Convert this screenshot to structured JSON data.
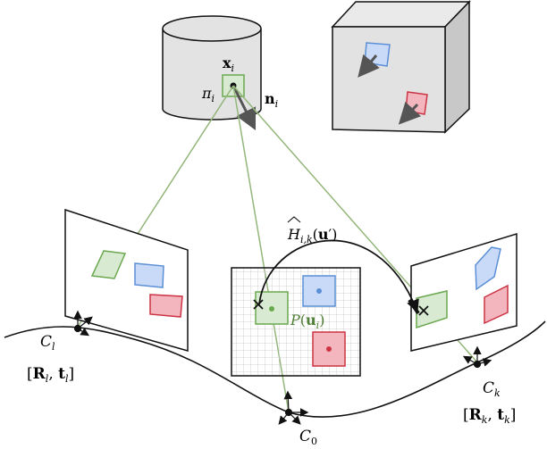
{
  "labels": {
    "x_i": "x",
    "x_i_sub": "i",
    "pi_i": "π",
    "pi_i_sub": "i",
    "n_i": "n",
    "n_i_sub": "i",
    "H_hat": "H",
    "H_sub": "i,k",
    "H_arg_open": "(",
    "H_arg_u": "u",
    "H_arg_prime": "′",
    "H_arg_close": ")",
    "P_u": "P",
    "P_open": "(",
    "P_u_bold": "u",
    "P_u_sub": "i",
    "P_close": ")",
    "C_l": "C",
    "C_l_sub": "l",
    "C_0": "C",
    "C_0_sub": "0",
    "C_k": "C",
    "C_k_sub": "k",
    "Rl_open": "[",
    "Rl_R": "R",
    "Rl_R_sub": "l",
    "Rl_comma": ", ",
    "Rl_t": "t",
    "Rl_t_sub": "l",
    "Rl_close": "]",
    "Rk_open": "[",
    "Rk_R": "R",
    "Rk_R_sub": "k",
    "Rk_comma": ", ",
    "Rk_t": "t",
    "Rk_t_sub": "k",
    "Rk_close": "]"
  },
  "colors": {
    "gray_fill": "#e0e0e0",
    "green": "#6aa84f",
    "green_fill": "#d9ead3",
    "blue": "#5b8fd6",
    "blue_fill": "#c9daf8",
    "red": "#cc3344",
    "red_fill": "#f4b6be",
    "ray": "#93b67a",
    "dark": "#111111"
  }
}
